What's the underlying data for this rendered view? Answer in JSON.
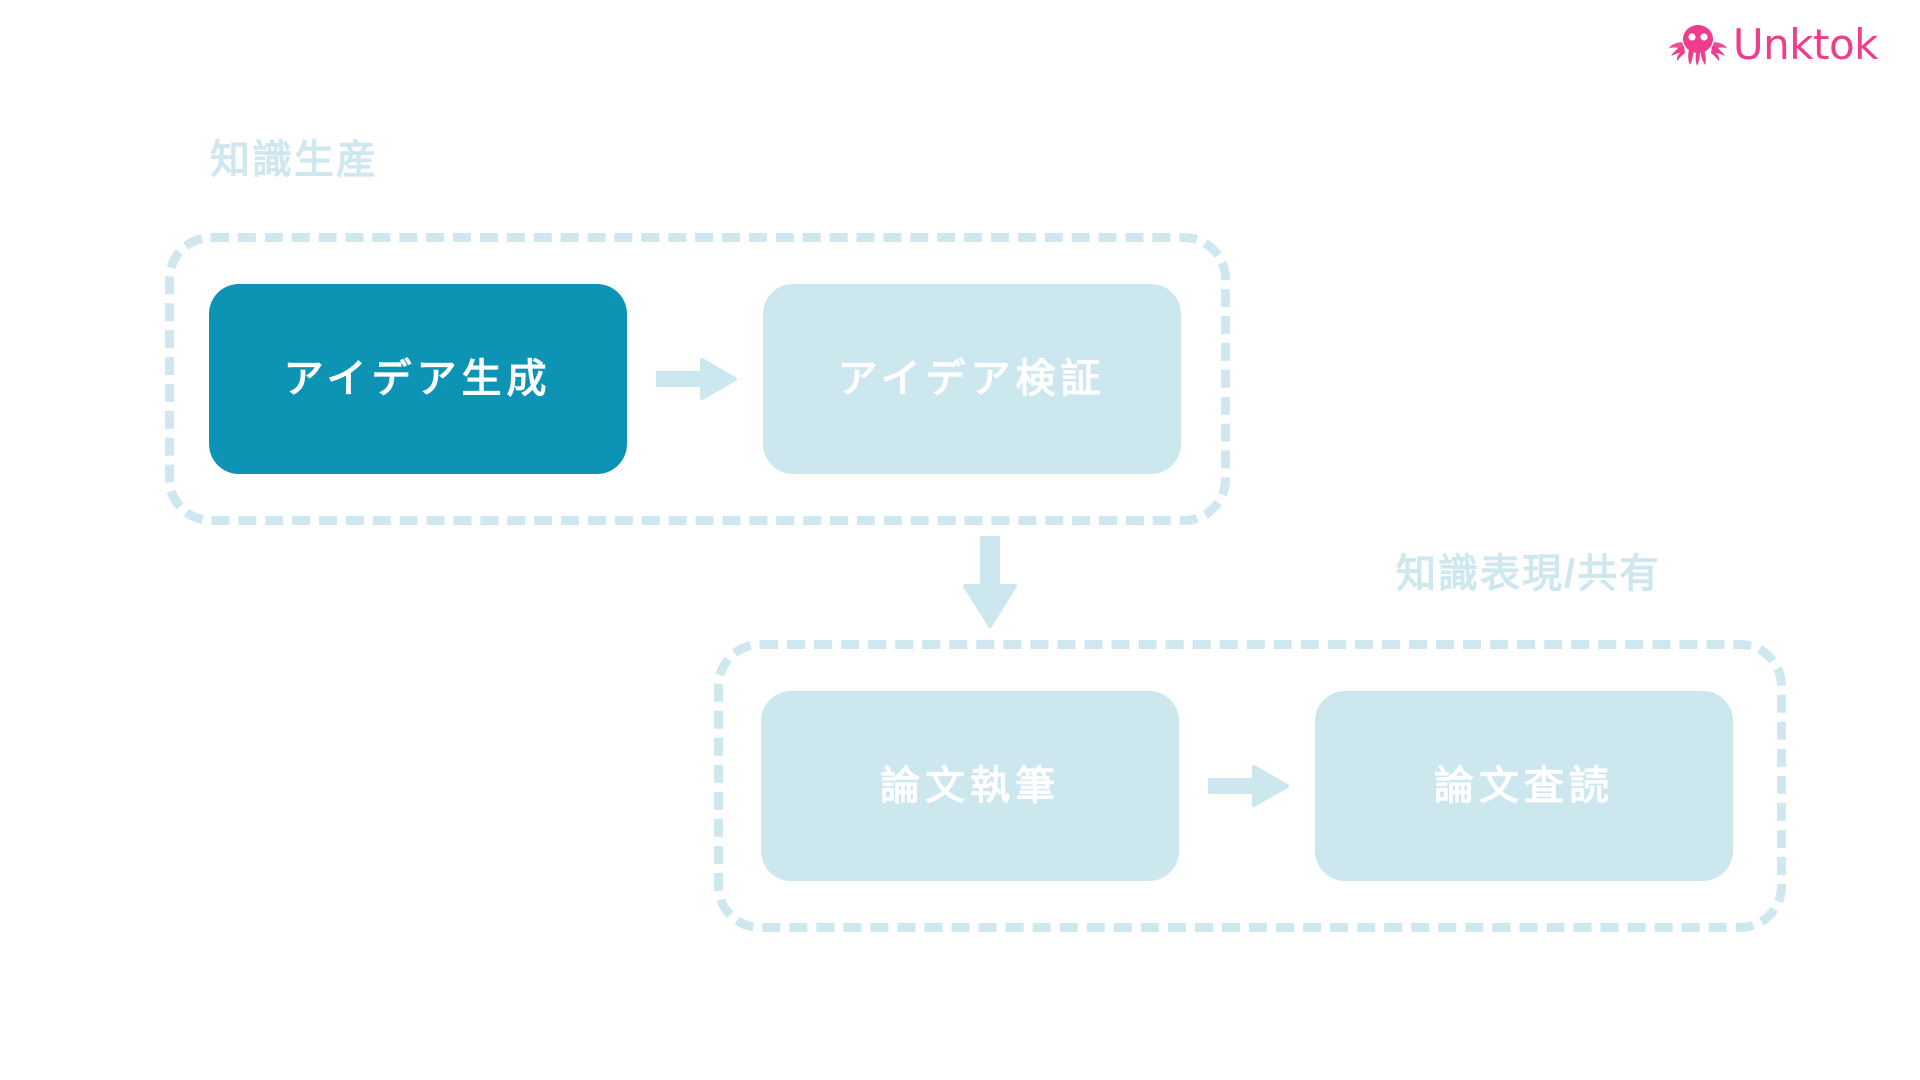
{
  "brand": {
    "name": "Unktok",
    "mark": "octopus-mascot",
    "color": "#EE3D8C"
  },
  "theme": {
    "background": "#FFFFFF",
    "active_node": "#0D93B4",
    "muted_node": "#CDE7EF",
    "group_border": "#CFE7EF",
    "group_label": "#CFE7EF",
    "arrow": "#CDE7EF",
    "node_text": "#FFFFFF"
  },
  "diagram": {
    "groups": [
      {
        "id": "knowledge-production",
        "label": "知識生産",
        "nodes": [
          {
            "id": "idea-generation",
            "label": "アイデア生成",
            "state": "active"
          },
          {
            "id": "idea-validation",
            "label": "アイデア検証",
            "state": "muted"
          }
        ],
        "connector": "arrow-right"
      },
      {
        "id": "knowledge-expression-sharing",
        "label": "知識表現/共有",
        "nodes": [
          {
            "id": "paper-writing",
            "label": "論文執筆",
            "state": "muted"
          },
          {
            "id": "paper-review",
            "label": "論文査読",
            "state": "muted"
          }
        ],
        "connector": "arrow-right"
      }
    ],
    "group_connector": "arrow-down"
  }
}
